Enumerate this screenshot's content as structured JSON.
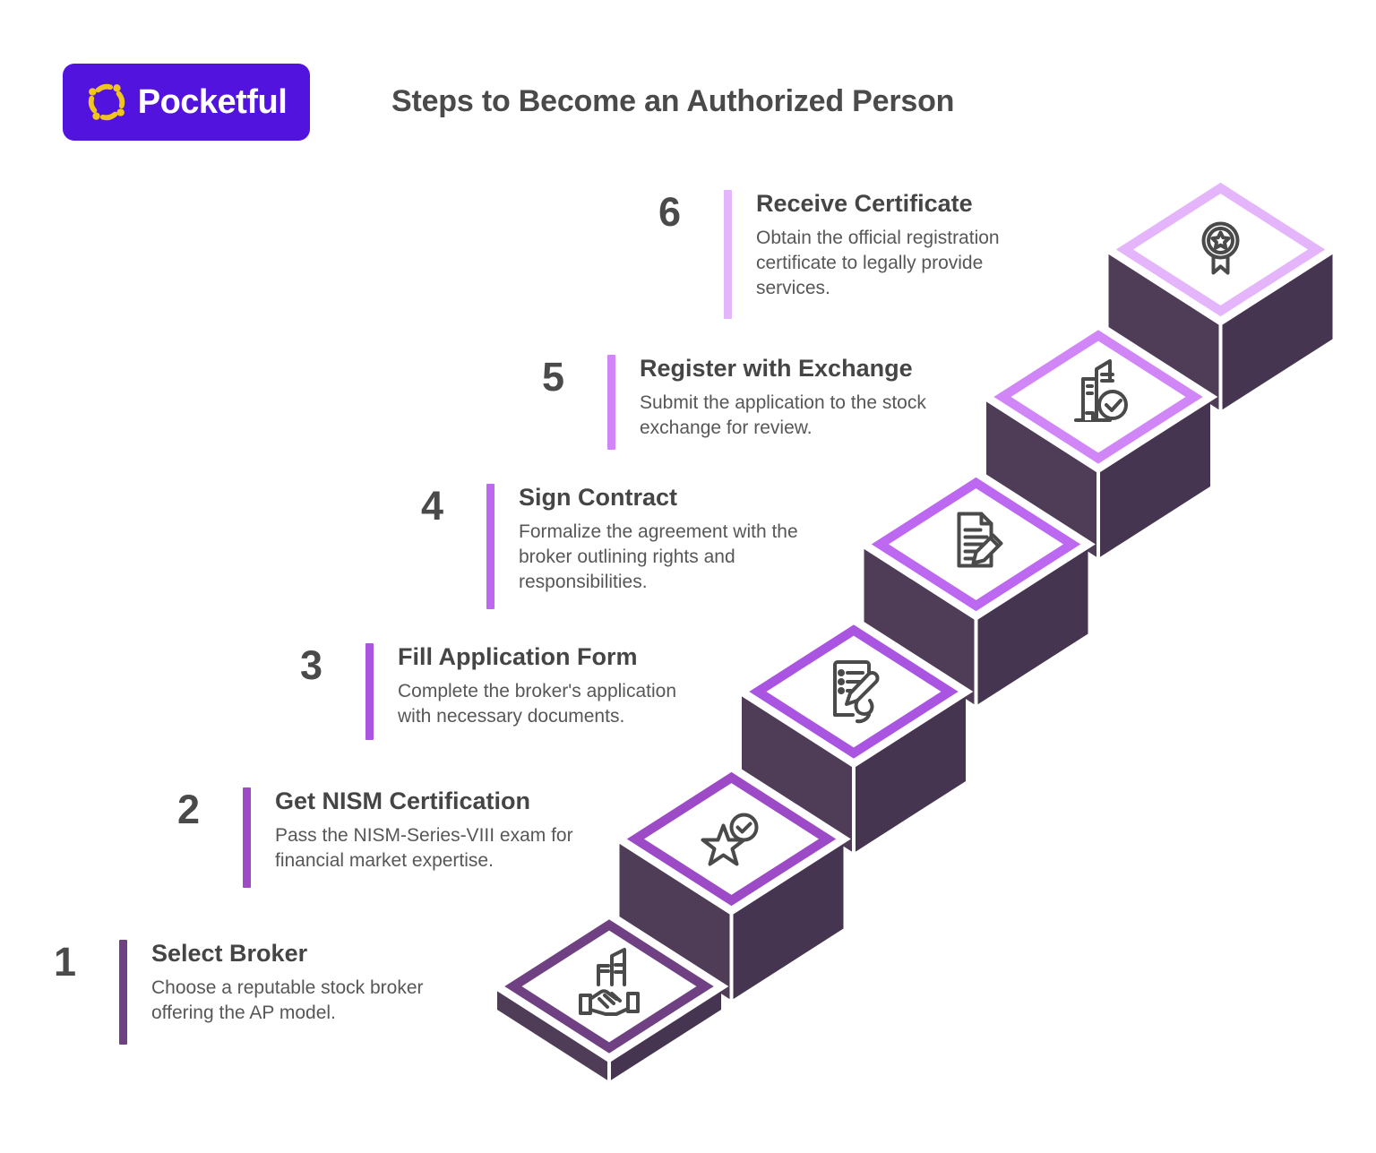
{
  "logo": {
    "text": "Pocketful",
    "bg_color": "#5113dd",
    "icon": "sparkle-burst-icon",
    "icon_color": "#f2c51c"
  },
  "header": {
    "title": "Steps to Become an Authorized Person"
  },
  "staircase": {
    "wall_left_color": "#4f3d58",
    "wall_right_color": "#463550",
    "face_color": "#ffffff",
    "icon_stroke": "#4a4a4a"
  },
  "steps": [
    {
      "number": "1",
      "title": "Select Broker",
      "description": "Choose a reputable stock broker\noffering the AP model.",
      "accent_color": "#6f4182",
      "icon": "handshake-icon"
    },
    {
      "number": "2",
      "title": "Get NISM Certification",
      "description": "Pass the NISM-Series-VIII exam for\nfinancial market expertise.",
      "accent_color": "#9c4ac5",
      "icon": "star-check-icon"
    },
    {
      "number": "3",
      "title": "Fill Application Form",
      "description": "Complete the broker's application\nwith necessary documents.",
      "accent_color": "#aa55e2",
      "icon": "form-pen-icon"
    },
    {
      "number": "4",
      "title": "Sign Contract",
      "description": "Formalize the agreement with the\nbroker outlining rights and\nresponsibilities.",
      "accent_color": "#bc68f0",
      "icon": "doc-pencil-icon"
    },
    {
      "number": "5",
      "title": "Register with Exchange",
      "description": "Submit the application to the stock\nexchange for review.",
      "accent_color": "#d186f8",
      "icon": "building-check-icon"
    },
    {
      "number": "6",
      "title": "Receive Certificate",
      "description": "Obtain the official registration\ncertificate to legally provide\nservices.",
      "accent_color": "#e5b5fb",
      "icon": "medal-icon"
    }
  ]
}
